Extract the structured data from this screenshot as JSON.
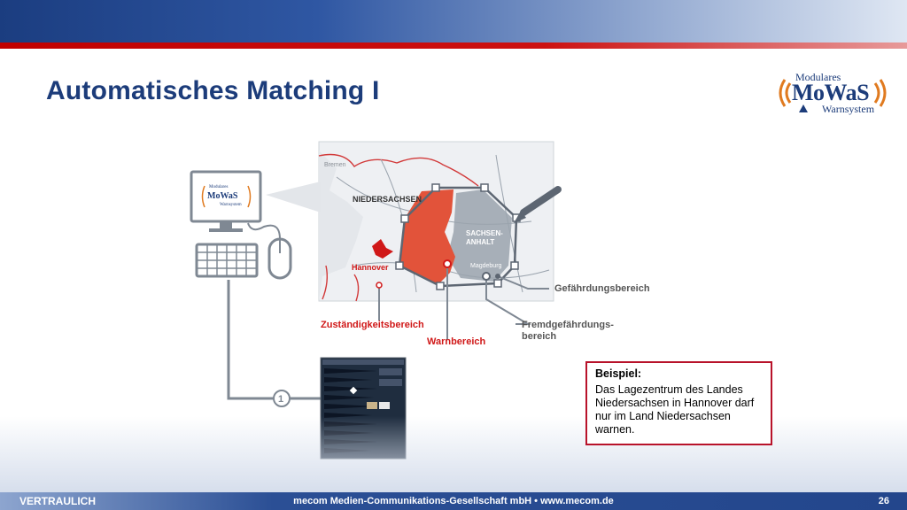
{
  "slide": {
    "title": "Automatisches Matching I"
  },
  "logo": {
    "top": "Modulares",
    "main": "MoWaS",
    "bottom": "Warnsystem"
  },
  "monitor_logo": {
    "top": "Modulares",
    "main": "MoWaS",
    "bottom": "Warnsystem"
  },
  "map": {
    "city_bremen": "Bremen",
    "state_niedersachsen": "NIEDERSACHSEN",
    "state_sachsen_anhalt_1": "SACHSEN-",
    "state_sachsen_anhalt_2": "ANHALT",
    "city_magdeburg": "Magdeburg",
    "city_hannover": "Hannover"
  },
  "labels": {
    "gefaehrdungsbereich": "Gefährdungsbereich",
    "zustaendigkeitsbereich": "Zuständigkeitsbereich",
    "warnbereich": "Warnbereich",
    "fremd_1": "Fremdgefährdungs-",
    "fremd_2": "bereich",
    "step": "1"
  },
  "example": {
    "heading": "Beispiel:",
    "text": "Das Lagezentrum des Landes Niedersachsen in Hannover darf nur im Land Niedersachsen warnen."
  },
  "footer": {
    "left": "VERTRAULICH",
    "center": "mecom Medien-Communikations-Gesellschaft mbH • www.mecom.de",
    "page": "26"
  },
  "colors": {
    "title": "#1c3c7a",
    "accent_red": "#c00000",
    "warn_area": "#e2533a",
    "hazard_area": "#9aa3ad",
    "footer_blue": "#23468c"
  }
}
